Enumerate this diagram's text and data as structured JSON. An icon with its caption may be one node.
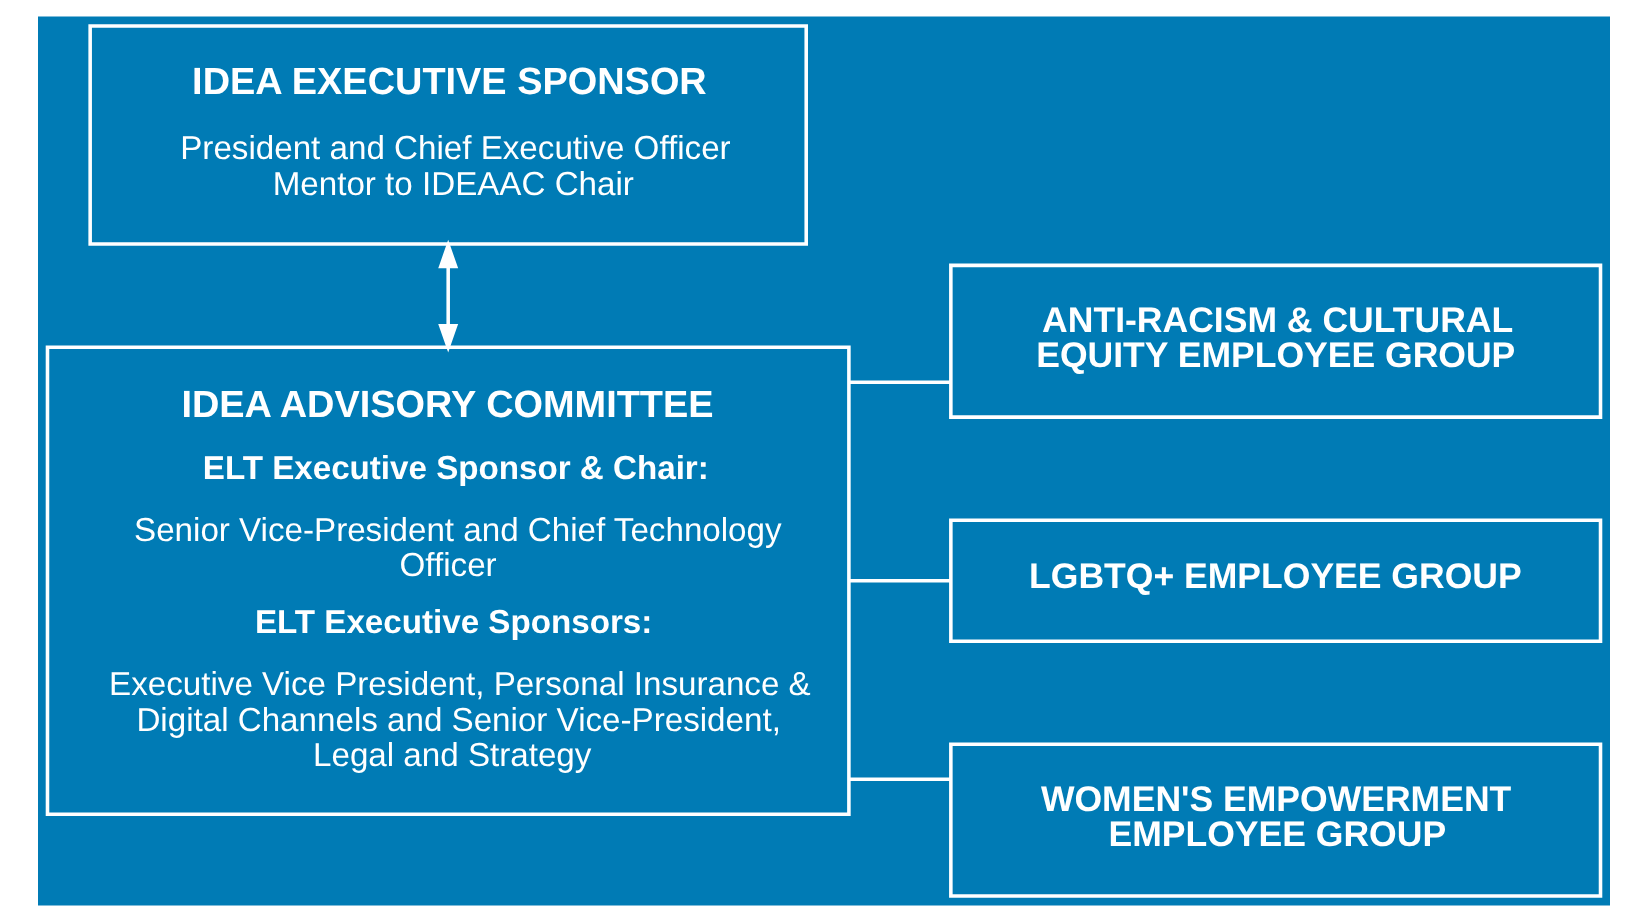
{
  "diagram": {
    "nodes": [
      {
        "text": [
          "IDEA EXECUTIVE SPONSOR",
          "President and Chief Executive Officer Mentor to IDEAAC Chair"
        ]
      },
      {
        "text": [
          "IDEA ADVISORY COMMITTEE",
          "ELT Executive Sponsor & Chair:",
          "Senior Vice-President and Chief Technology Officer",
          "ELT Executive Sponsors:",
          "Executive Vice President, Personal Insurance & Digital Channels and Senior Vice-President, Legal and Strategy"
        ]
      },
      {
        "text": [
          "ANTI-RACISM & CULTURAL EQUITY EMPLOYEE GROUP"
        ]
      },
      {
        "text": [
          "LGBTQ+ EMPLOYEE GROUP"
        ]
      },
      {
        "text": [
          "WOMEN'S EMPOWERMENT EMPLOYEE GROUP"
        ]
      }
    ],
    "edges": [
      {
        "from": 0,
        "to": 1,
        "arrow": "both"
      },
      {
        "from": 1,
        "to": 2,
        "arrow": "none"
      },
      {
        "from": 1,
        "to": 3,
        "arrow": "none"
      },
      {
        "from": 1,
        "to": 4,
        "arrow": "none"
      }
    ]
  }
}
